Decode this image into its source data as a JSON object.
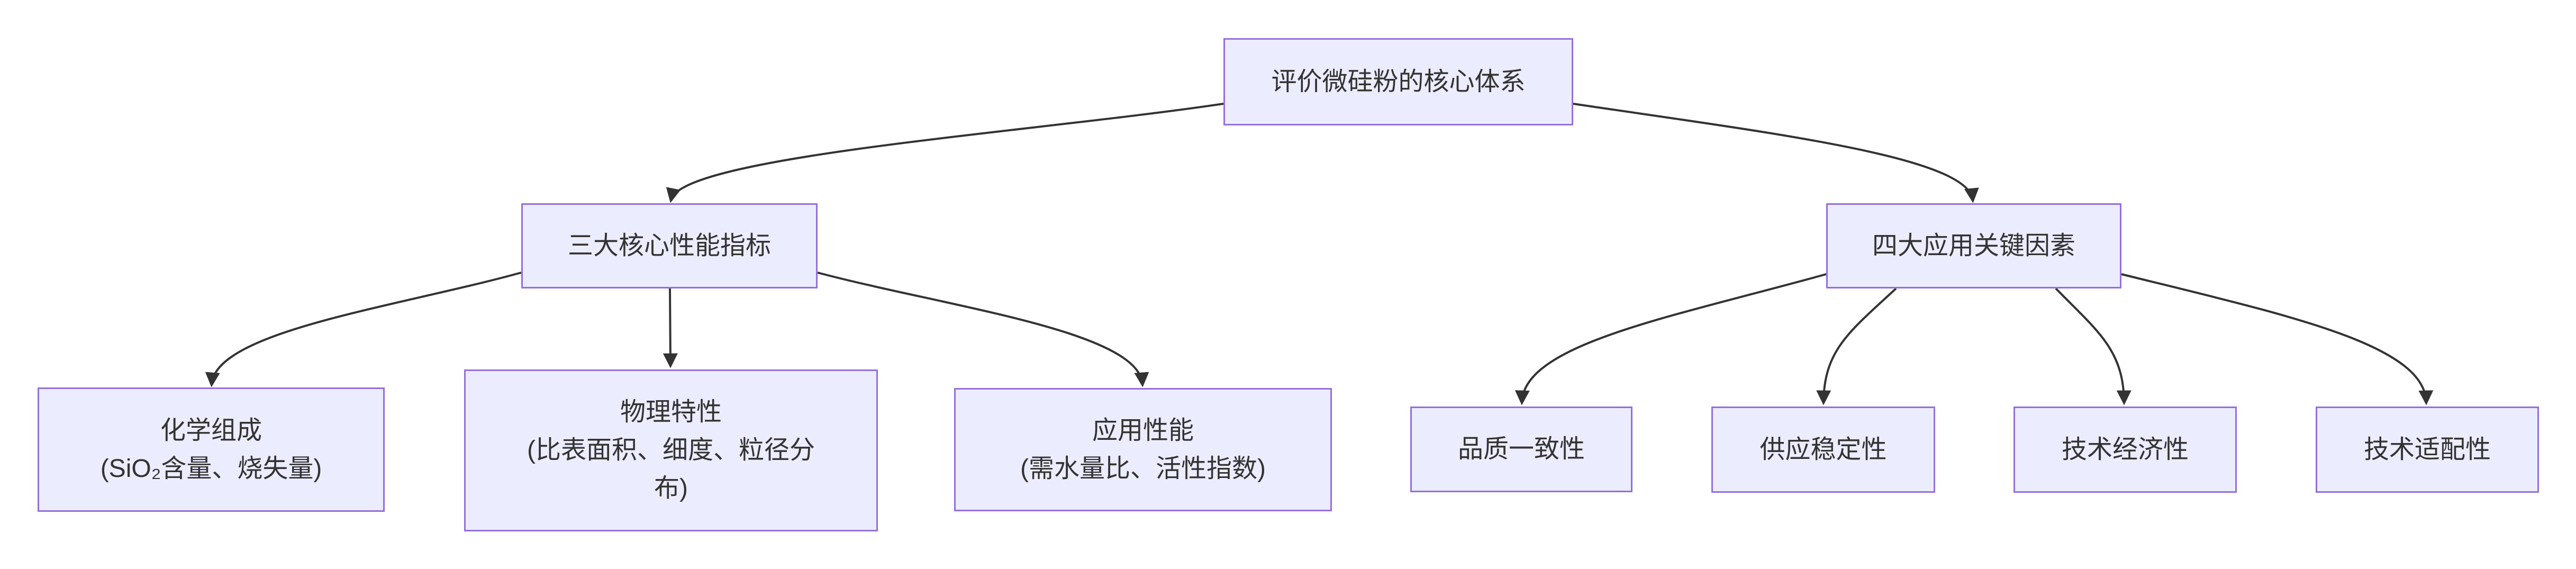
{
  "diagram": {
    "type": "flowchart-top-down",
    "nodes": {
      "root": {
        "label": "评价微硅粉的核心体系"
      },
      "perf": {
        "label": "三大核心性能指标"
      },
      "app": {
        "label": "四大应用关键因素"
      },
      "chem": {
        "label": "化学组成\n(SiO₂含量、烧失量)"
      },
      "phys": {
        "label": "物理特性\n(比表面积、细度、粒径分\n布)"
      },
      "appperf": {
        "label": "应用性能\n(需水量比、活性指数)"
      },
      "quality": {
        "label": "品质一致性"
      },
      "supply": {
        "label": "供应稳定性"
      },
      "econ": {
        "label": "技术经济性"
      },
      "compat": {
        "label": "技术适配性"
      }
    },
    "edges": [
      {
        "from": "root",
        "to": "perf"
      },
      {
        "from": "root",
        "to": "app"
      },
      {
        "from": "perf",
        "to": "chem"
      },
      {
        "from": "perf",
        "to": "phys"
      },
      {
        "from": "perf",
        "to": "appperf"
      },
      {
        "from": "app",
        "to": "quality"
      },
      {
        "from": "app",
        "to": "supply"
      },
      {
        "from": "app",
        "to": "econ"
      },
      {
        "from": "app",
        "to": "compat"
      }
    ]
  },
  "colors": {
    "background": "#ffffff",
    "node_fill": "#ECECFF",
    "node_border": "#9370DB",
    "edge": "#333333",
    "text": "#333333"
  }
}
